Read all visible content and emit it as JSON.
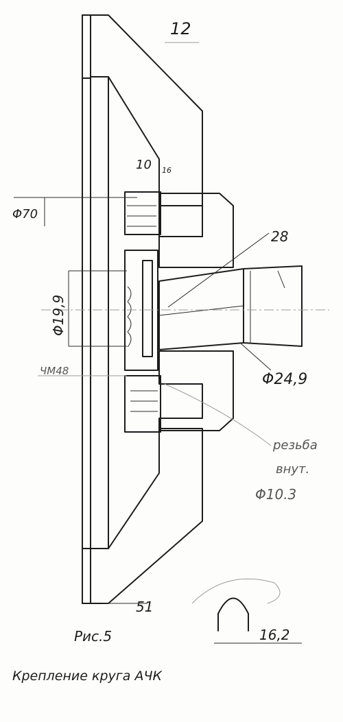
{
  "labels": {
    "part_number": "12",
    "dia_70": "Φ70",
    "angle_10": "10",
    "angle_6": "16",
    "dim_28": "28",
    "dia_19_9": "Φ19,9",
    "thread_m48": "ЧМ48",
    "dia_24_9": "Φ24,9",
    "thread_note_1": "резьба",
    "thread_note_2": "внут.",
    "thread_note_3": "Φ10.3",
    "dim_51": "51",
    "dim_16_2": "16,2",
    "figure_number": "Рис.5",
    "caption": "Крепление круга АЧК"
  },
  "colors": {
    "ink": "#1c1c1c",
    "pencil": "#555555",
    "abrasive": "#e8e8e8",
    "paper": "#fdfdfb"
  }
}
